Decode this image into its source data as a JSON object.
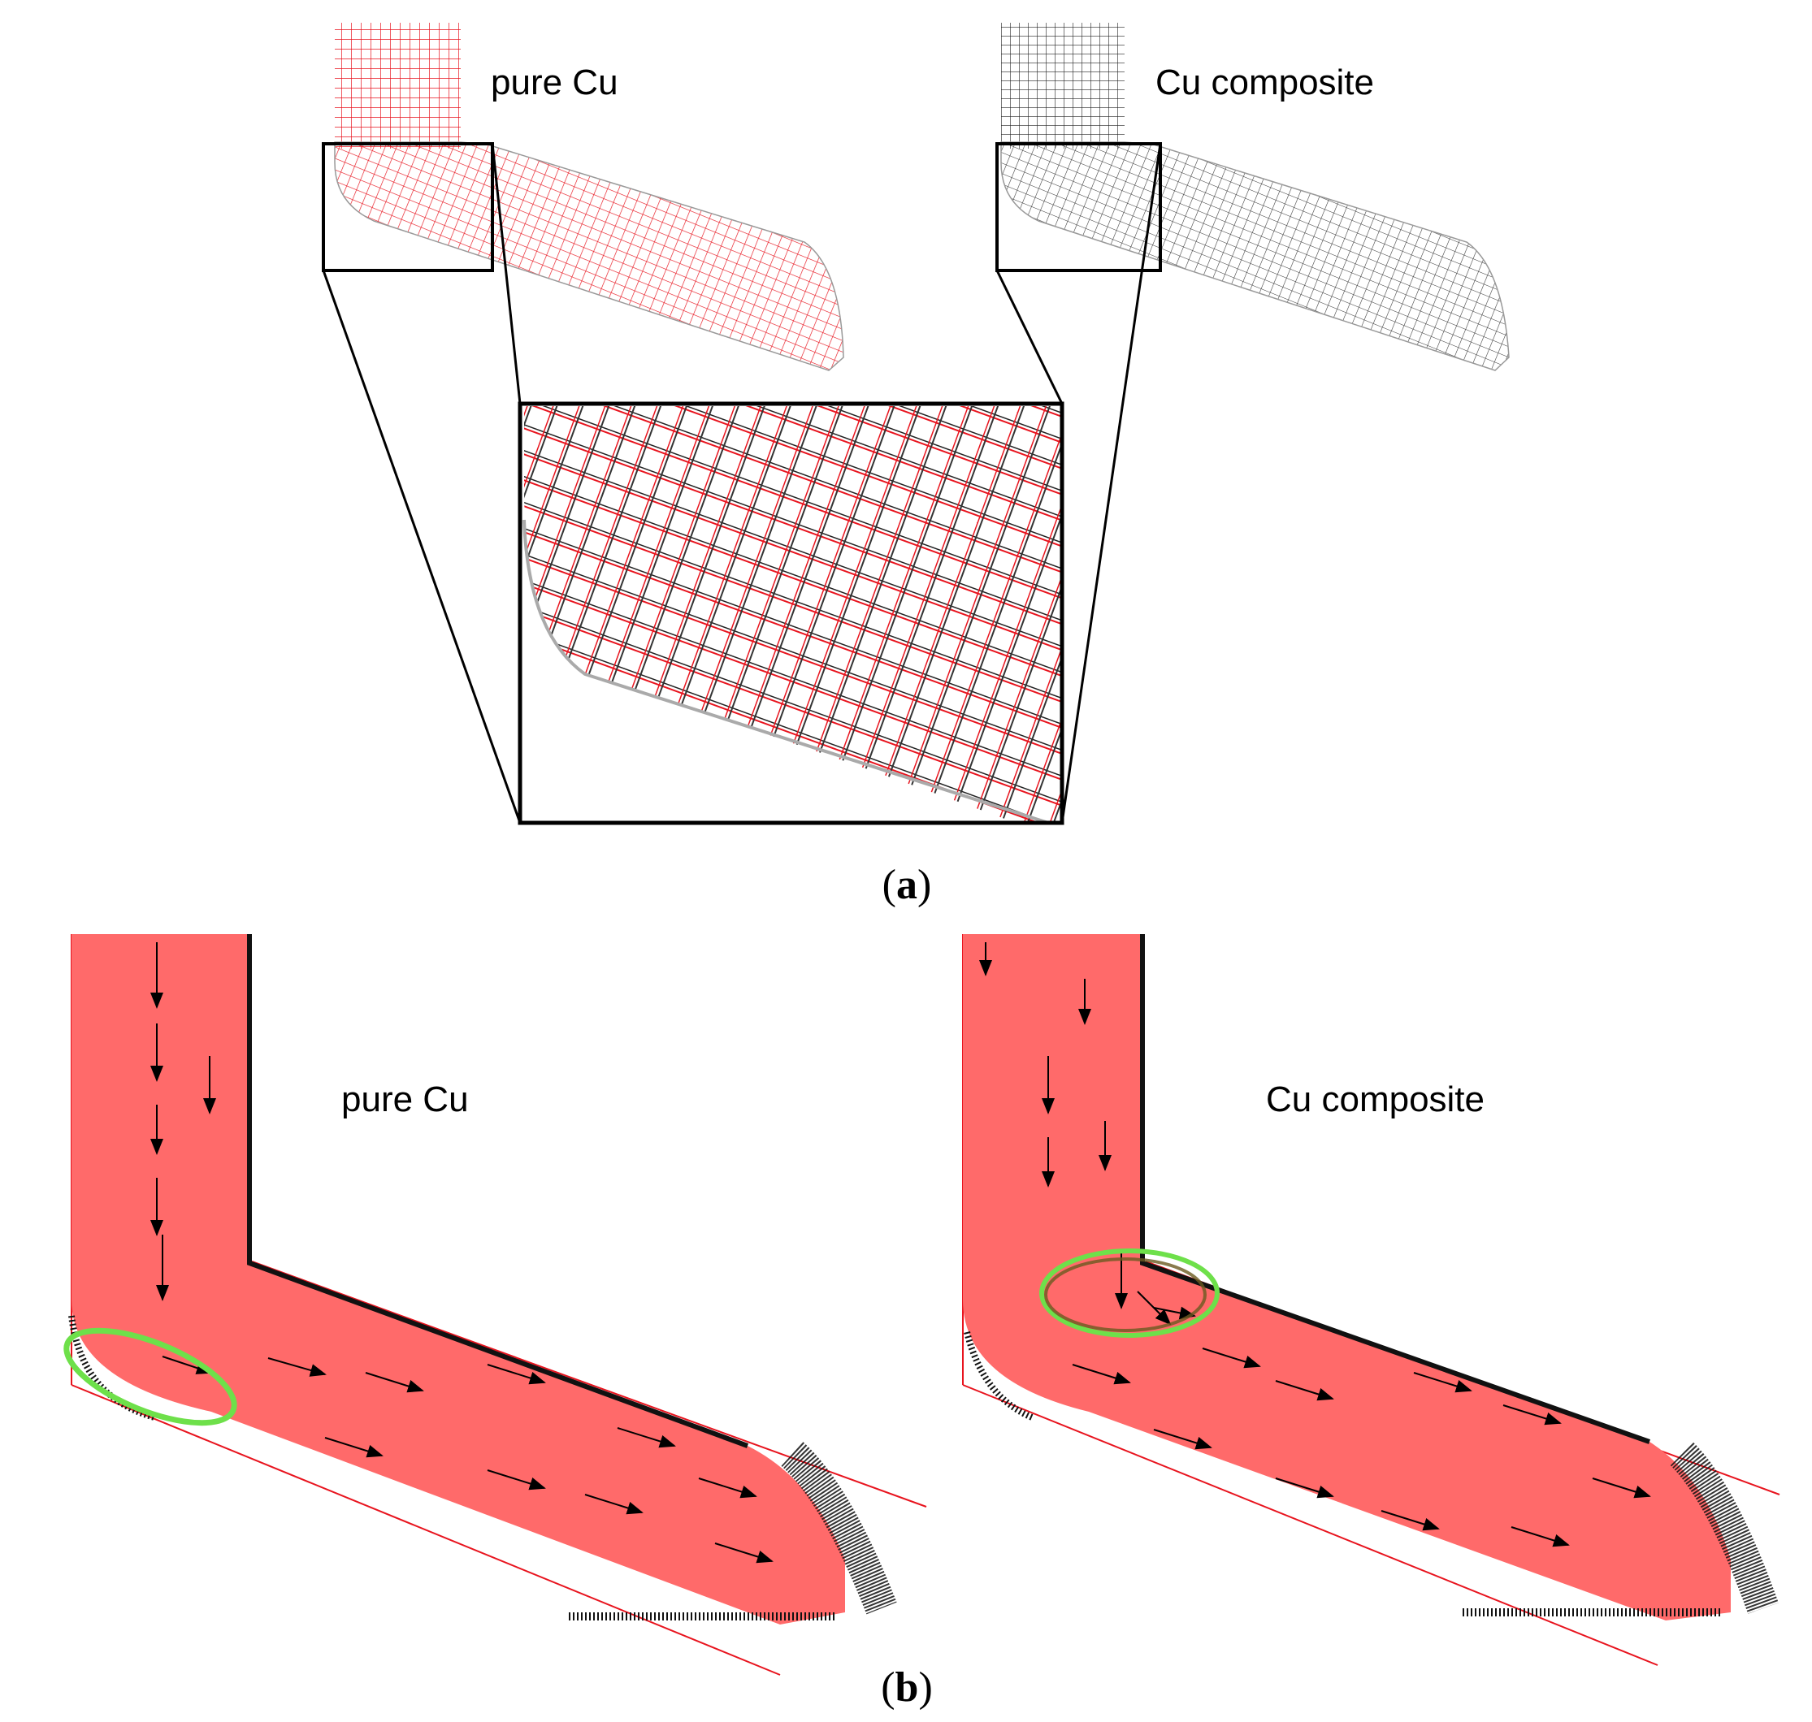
{
  "panel_a": {
    "label_left": "pure Cu",
    "label_right": "Cu composite",
    "caption_open": "(",
    "caption_letter": "a",
    "caption_close": ")"
  },
  "panel_b": {
    "label_left": "pure Cu",
    "label_right": "Cu composite",
    "caption_open": "(",
    "caption_letter": "b",
    "caption_close": ")"
  },
  "colors": {
    "mesh_pure_cu": "#e8141e",
    "mesh_composite": "#222222",
    "material_fill": "#ff6a6a",
    "highlight_ellipse": "#6ee04a",
    "velocity_arrows": "#000000"
  }
}
